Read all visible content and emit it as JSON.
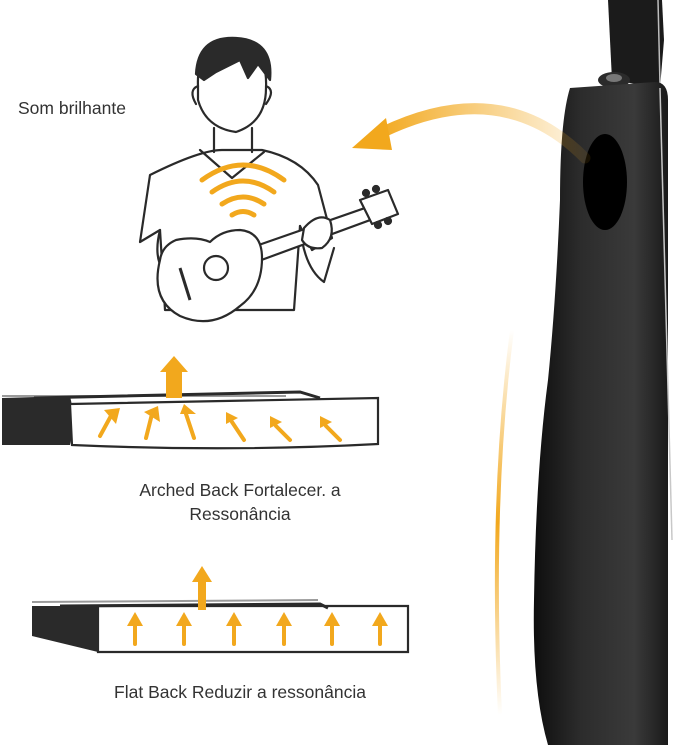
{
  "labels": {
    "bright_sound": "Som brilhante",
    "arched_line1": "Arched Back Fortalecer. a",
    "arched_line2": "Ressonância",
    "flat_back": "Flat Back Reduzir a ressonância"
  },
  "colors": {
    "accent": "#F2A81D",
    "body_dark": "#1f1f1f",
    "panel_outline": "#222222",
    "background": "#ffffff"
  },
  "icons": {
    "player": "person-playing-ukulele-icon",
    "sound_waves": "sound-waves-icon",
    "guitar": "ukulele-body-icon"
  }
}
